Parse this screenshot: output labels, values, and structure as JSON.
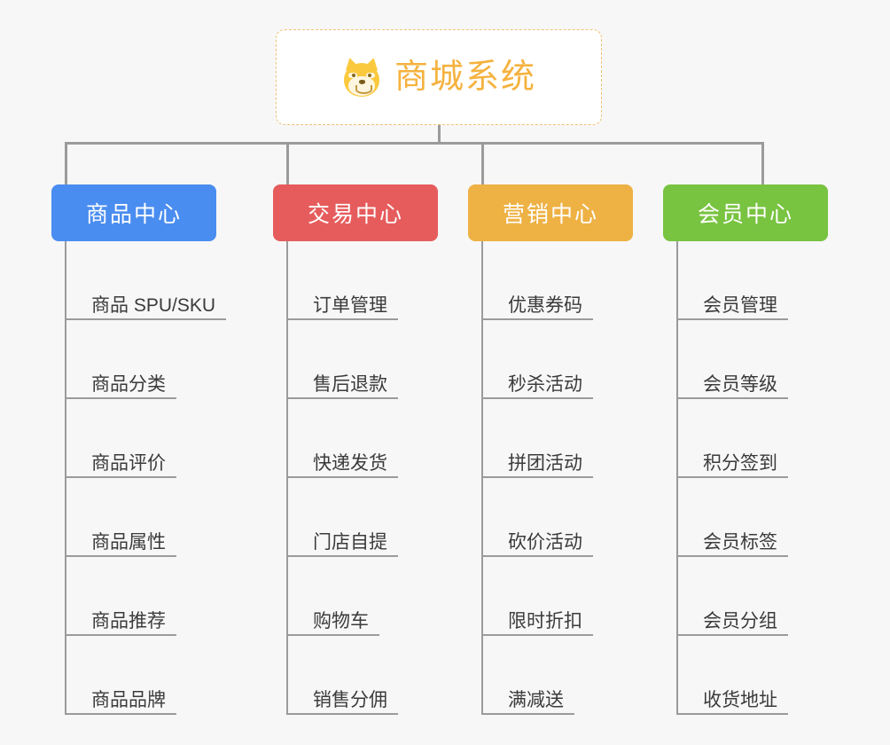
{
  "page": {
    "background_color": "#f7f7f7",
    "diagram_type": "org-chart-mindmap"
  },
  "root": {
    "icon": "shiba-inu-face-icon",
    "title": "商城系统",
    "text_color": "#f5b23f",
    "border_color": "#f0c078",
    "background_color": "#ffffff"
  },
  "connector": {
    "color": "#9b9b9b"
  },
  "columns": [
    {
      "id": "product-center",
      "title": "商品中心",
      "color": "#4a8df0",
      "items": [
        {
          "label": "商品 SPU/SKU"
        },
        {
          "label": "商品分类"
        },
        {
          "label": "商品评价"
        },
        {
          "label": "商品属性"
        },
        {
          "label": "商品推荐"
        },
        {
          "label": "商品品牌"
        }
      ]
    },
    {
      "id": "trade-center",
      "title": "交易中心",
      "color": "#e65c5c",
      "items": [
        {
          "label": "订单管理"
        },
        {
          "label": "售后退款"
        },
        {
          "label": "快递发货"
        },
        {
          "label": "门店自提"
        },
        {
          "label": "购物车"
        },
        {
          "label": "销售分佣"
        }
      ]
    },
    {
      "id": "marketing-center",
      "title": "营销中心",
      "color": "#eeb144",
      "items": [
        {
          "label": "优惠券码"
        },
        {
          "label": "秒杀活动"
        },
        {
          "label": "拼团活动"
        },
        {
          "label": "砍价活动"
        },
        {
          "label": "限时折扣"
        },
        {
          "label": "满减送"
        }
      ]
    },
    {
      "id": "member-center",
      "title": "会员中心",
      "color": "#78c340",
      "items": [
        {
          "label": "会员管理"
        },
        {
          "label": "会员等级"
        },
        {
          "label": "积分签到"
        },
        {
          "label": "会员标签"
        },
        {
          "label": "会员分组"
        },
        {
          "label": "收货地址"
        }
      ]
    }
  ]
}
